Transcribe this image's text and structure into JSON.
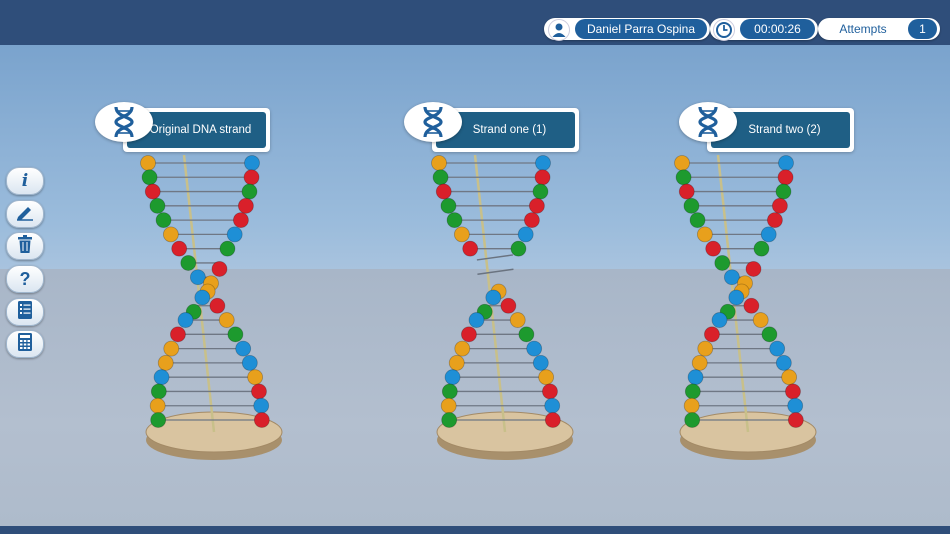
{
  "header": {
    "user_name": "Daniel Parra Ospina",
    "timer": "00:00:26",
    "attempts_label": "Attempts",
    "attempts_value": "1"
  },
  "sidebar": {
    "items": [
      {
        "name": "info-button",
        "icon": "info-icon",
        "glyph": "i"
      },
      {
        "name": "edit-button",
        "icon": "pencil-icon",
        "glyph": "✎"
      },
      {
        "name": "delete-button",
        "icon": "trash-icon",
        "glyph": "🗑"
      },
      {
        "name": "help-button",
        "icon": "question-icon",
        "glyph": "?"
      },
      {
        "name": "list-button",
        "icon": "list-icon",
        "glyph": "☰"
      },
      {
        "name": "calculator-button",
        "icon": "calculator-icon",
        "glyph": "▦"
      }
    ]
  },
  "strands": [
    {
      "title": "Original DNA strand"
    },
    {
      "title": "Strand one (1)"
    },
    {
      "title": "Strand two (2)"
    }
  ],
  "colors": {
    "header_bg": "#2f4e7a",
    "accent": "#1f5f9c",
    "card_bg": "#1f5f85",
    "nucleotide_orange": "#e8a01c",
    "nucleotide_blue": "#1e8fd6",
    "nucleotide_red": "#d9202a",
    "nucleotide_green": "#1d9a2e"
  }
}
